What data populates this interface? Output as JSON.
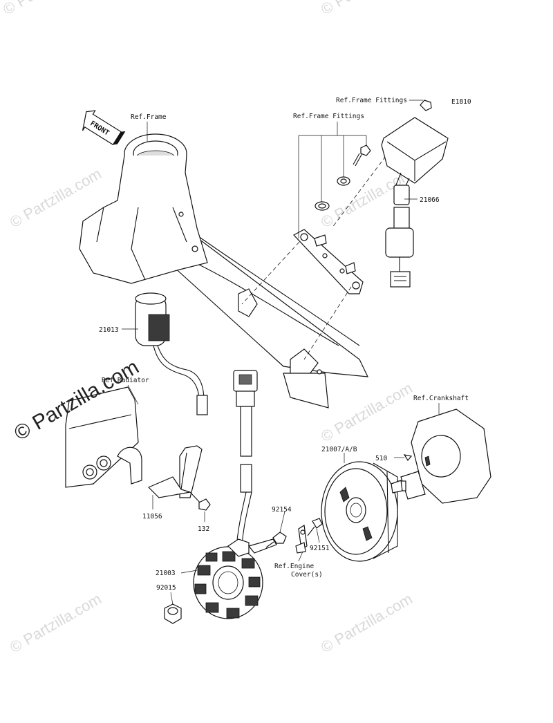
{
  "diagram": {
    "code": "E1810",
    "labels": {
      "ref_frame": "Ref.Frame",
      "ref_frame_fittings_top": "Ref.Frame Fittings",
      "ref_frame_fittings": "Ref.Frame Fittings",
      "part_21066": "21066",
      "part_21013": "21013",
      "ref_radiator": "Ref.Radiator",
      "ref_crankshaft": "Ref.Crankshaft",
      "part_21007": "21007/A/B",
      "part_510": "510",
      "part_11056": "11056",
      "part_132": "132",
      "part_92154": "92154",
      "part_92151": "92151",
      "ref_engine_cover_1": "Ref.Engine",
      "ref_engine_cover_2": "Cover(s)",
      "part_21003": "21003",
      "part_92015": "92015"
    },
    "front_arrow": "FRONT",
    "watermark_main": "© Partzilla.com",
    "watermark_faint": "© Partzilla.com"
  }
}
